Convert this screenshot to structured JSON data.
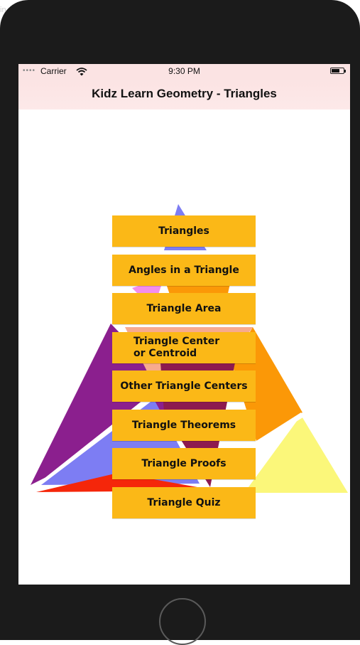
{
  "page_label": "in",
  "status_bar": {
    "signal": "••••",
    "carrier": "Carrier",
    "time": "9:30 PM"
  },
  "nav": {
    "title": "Kidz Learn Geometry - Triangles"
  },
  "menu": [
    {
      "line1": "Triangles",
      "line2": ""
    },
    {
      "line1": "Angles in a Triangle",
      "line2": ""
    },
    {
      "line1": "Triangle Area",
      "line2": ""
    },
    {
      "line1": "Triangle Center",
      "line2": "or Centroid"
    },
    {
      "line1": "Other Triangle Centers",
      "line2": ""
    },
    {
      "line1": "Triangle Theorems",
      "line2": ""
    },
    {
      "line1": "Triangle Proofs",
      "line2": ""
    },
    {
      "line1": "Triangle Quiz",
      "line2": ""
    }
  ],
  "colors": {
    "button": "#fbb817",
    "navbar": "#fbe3e3",
    "purple": "#8b1f8e",
    "blue": "#7d7df3",
    "orange": "#fb9807",
    "yellow": "#fbf77a",
    "red": "#f5260a",
    "pink": "#f38dec",
    "maroon": "#8d1a4f",
    "salmon": "#f7aa8e"
  }
}
